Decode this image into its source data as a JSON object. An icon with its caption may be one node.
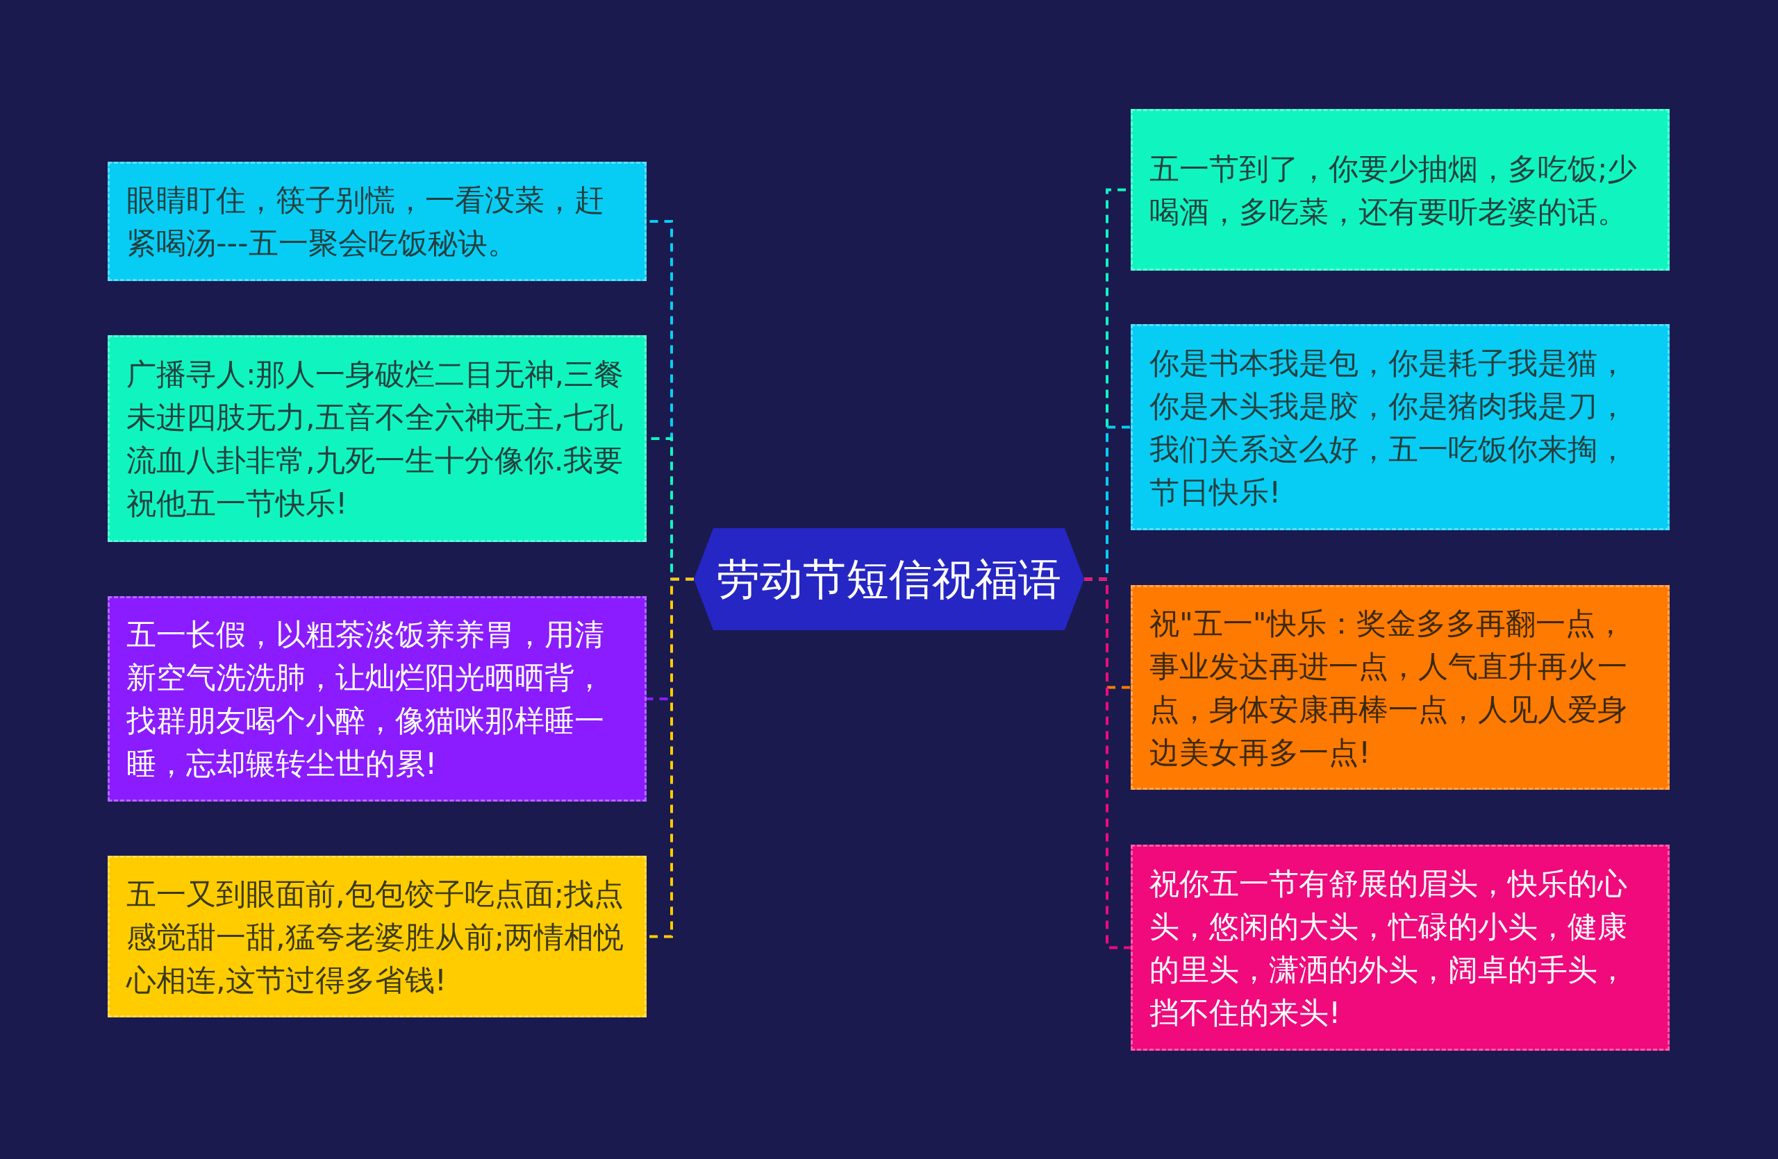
{
  "diagram": {
    "nodes": [
      {
        "text": [
          "劳动节短信祝福语"
        ]
      },
      {
        "text": [
          "眼睛盯住，筷子别慌，一看没菜，赶紧喝汤---五一聚会吃饭秘诀。"
        ]
      },
      {
        "text": [
          "广播寻人:那人一身破烂二目无神,三餐未进四肢无力,五音不全六神无主,七孔流血八卦非常,九死一生十分像你.我要祝他五一节快乐!"
        ]
      },
      {
        "text": [
          "五一长假，以粗茶淡饭养养胃，用清新空气洗洗肺，让灿烂阳光晒晒背，找群朋友喝个小醉，像猫咪那样睡一睡，忘却辗转尘世的累!"
        ]
      },
      {
        "text": [
          "五一又到眼面前,包包饺子吃点面;找点感觉甜一甜,猛夸老婆胜从前;两情相悦心相连,这节过得多省钱!"
        ]
      },
      {
        "text": [
          "五一节到了，你要少抽烟，多吃饭;少喝酒，多吃菜，还有要听老婆的话。"
        ]
      },
      {
        "text": [
          "你是书本我是包，你是耗子我是猫，你是木头我是胶，你是猪肉我是刀，我们关系这么好，五一吃饭你来掏，节日快乐!"
        ]
      },
      {
        "text": [
          "祝\"五一\"快乐：奖金多多再翻一点，事业发达再进一点，人气直升再火一点，身体安康再棒一点，人见人爱身边美女再多一点!"
        ]
      },
      {
        "text": [
          "祝你五一节有舒展的眉头，快乐的心头，悠闲的大头，忙碌的小头，健康的里头，潇洒的外头，阔卓的手头，挡不住的来头!"
        ]
      }
    ],
    "edges": [
      {
        "from": 0,
        "to": 1,
        "arrow": "none",
        "style": "dashed",
        "color": "#07cdf5"
      },
      {
        "from": 0,
        "to": 2,
        "arrow": "none",
        "style": "dashed",
        "color": "#10f5c0"
      },
      {
        "from": 0,
        "to": 3,
        "arrow": "none",
        "style": "dashed",
        "color": "#8a1cff"
      },
      {
        "from": 0,
        "to": 4,
        "arrow": "none",
        "style": "dashed",
        "color": "#ffcc00"
      },
      {
        "from": 0,
        "to": 5,
        "arrow": "none",
        "style": "dashed",
        "color": "#10f5c0"
      },
      {
        "from": 0,
        "to": 6,
        "arrow": "none",
        "style": "dashed",
        "color": "#07cdf5"
      },
      {
        "from": 0,
        "to": 7,
        "arrow": "none",
        "style": "dashed",
        "color": "#ff7a00"
      },
      {
        "from": 0,
        "to": 8,
        "arrow": "none",
        "style": "dashed",
        "color": "#f00a7c"
      }
    ]
  }
}
